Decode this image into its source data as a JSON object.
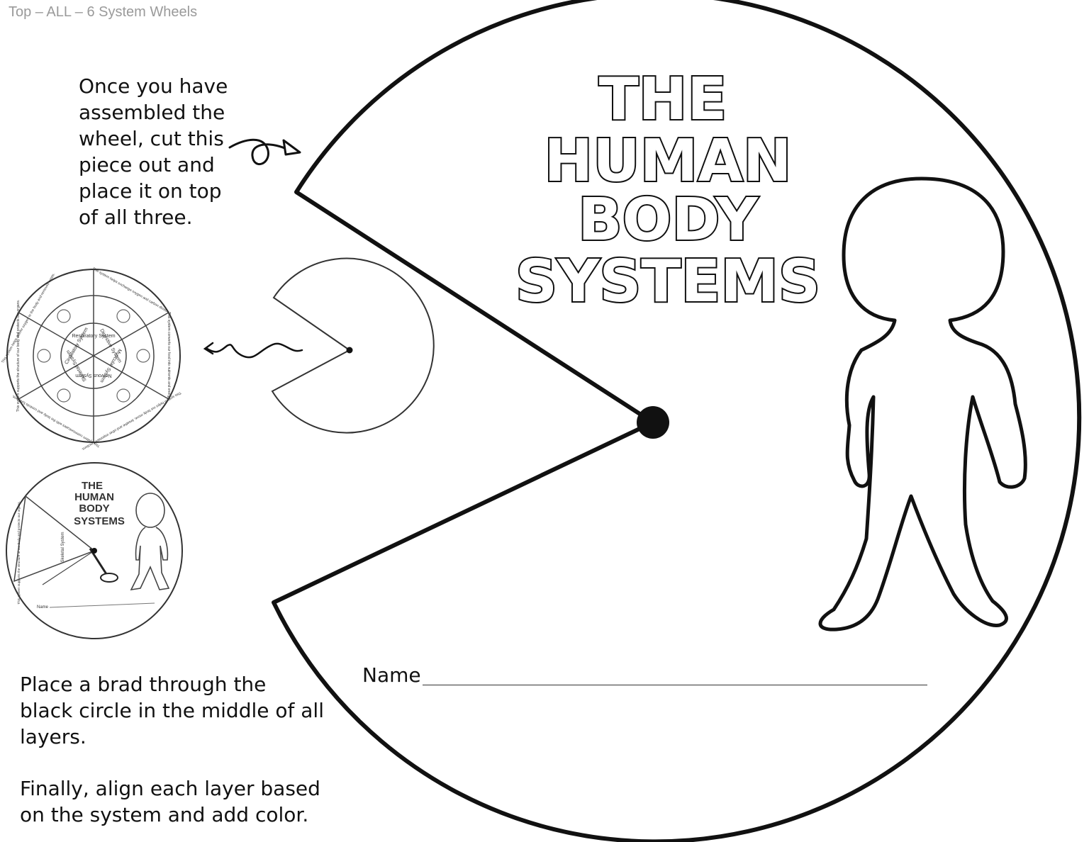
{
  "header": {
    "label": "Top – ALL – 6 System Wheels"
  },
  "instructions": {
    "assemble": [
      "Once you have",
      "assembled the",
      "wheel, cut this",
      "piece out and",
      "place it on top",
      "of all three."
    ],
    "brad": [
      "Place a brad through the",
      "black circle in the middle of all",
      "layers."
    ],
    "finally": [
      "Finally, align each layer based",
      "on the system and add color."
    ]
  },
  "wheel": {
    "title_lines": [
      "THE",
      "HUMAN",
      "BODY",
      "SYSTEMS"
    ],
    "name_label": "Name"
  },
  "example_wheel": {
    "systems": [
      "Circulatory System",
      "Respiratory System",
      "Digestive System",
      "Muscular System",
      "Nervous System",
      "Skeletal System"
    ],
    "descriptions": [
      "This system helps deliver oxygen to the body and removes waste.",
      "This system helps exchange oxygen and carbon dioxide.",
      "This system converts our food into nutrients and energy.",
      "This system helps our body move, breathe and other important functions.",
      "This system communicates with the body and controls functions.",
      "This system supports the structure of our body and protects our organs."
    ]
  },
  "example_top": {
    "title_lines": [
      "THE",
      "HUMAN",
      "BODY",
      "SYSTEMS"
    ],
    "system": "Skeletal System",
    "description": "This system supports the structure of our body and protects our organs.",
    "name_label": "Name"
  }
}
